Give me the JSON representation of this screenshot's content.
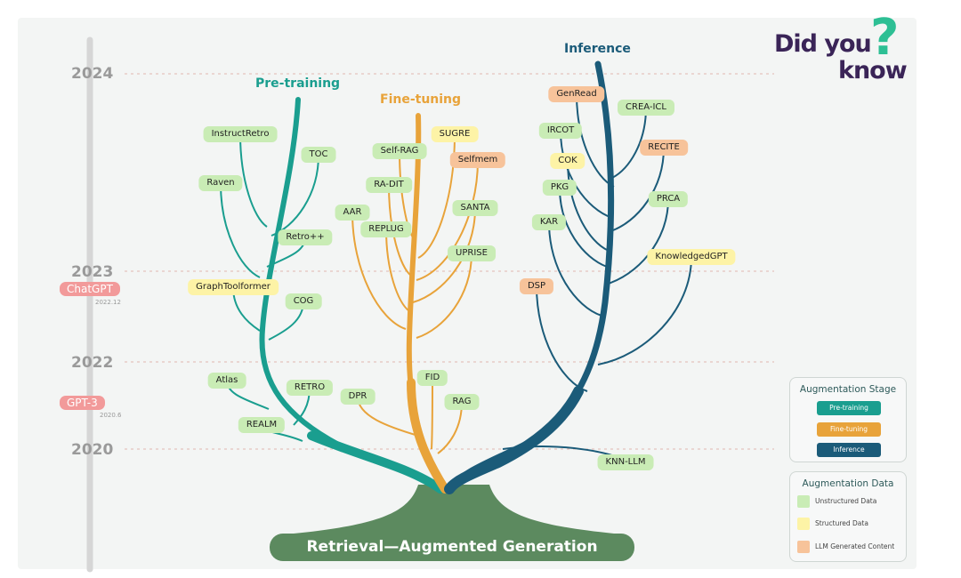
{
  "title": "Retrieval—Augmented Generation",
  "brand": {
    "line1": "Did you",
    "line2": "know",
    "mark": "?"
  },
  "colors": {
    "pretraining": "#1a9e8f",
    "finetuning": "#e8a33a",
    "inference": "#1b5b79",
    "unstructured": "#c9ecb5",
    "structured": "#fdf3a6",
    "llm_generated": "#f7c39a",
    "trunk_base": "#5c8a5f"
  },
  "branches": {
    "pretraining": "Pre-training",
    "finetuning": "Fine-tuning",
    "inference": "Inference"
  },
  "years": [
    "2024",
    "2023",
    "2022",
    "2020"
  ],
  "milestones": [
    {
      "label": "ChatGPT",
      "date": "2022.12"
    },
    {
      "label": "GPT-3",
      "date": "2020.6"
    }
  ],
  "nodes": [
    {
      "label": "InstructRetro",
      "branch": "pretraining",
      "data": "unstructured"
    },
    {
      "label": "TOC",
      "branch": "pretraining",
      "data": "unstructured"
    },
    {
      "label": "Raven",
      "branch": "pretraining",
      "data": "unstructured"
    },
    {
      "label": "Retro++",
      "branch": "pretraining",
      "data": "unstructured"
    },
    {
      "label": "GraphToolformer",
      "branch": "pretraining",
      "data": "structured"
    },
    {
      "label": "COG",
      "branch": "pretraining",
      "data": "unstructured"
    },
    {
      "label": "Atlas",
      "branch": "pretraining",
      "data": "unstructured"
    },
    {
      "label": "RETRO",
      "branch": "pretraining",
      "data": "unstructured"
    },
    {
      "label": "REALM",
      "branch": "pretraining",
      "data": "unstructured"
    },
    {
      "label": "SUGRE",
      "branch": "finetuning",
      "data": "structured"
    },
    {
      "label": "Self-RAG",
      "branch": "finetuning",
      "data": "unstructured"
    },
    {
      "label": "Selfmem",
      "branch": "finetuning",
      "data": "llm_generated"
    },
    {
      "label": "RA-DIT",
      "branch": "finetuning",
      "data": "unstructured"
    },
    {
      "label": "AAR",
      "branch": "finetuning",
      "data": "unstructured"
    },
    {
      "label": "SANTA",
      "branch": "finetuning",
      "data": "unstructured"
    },
    {
      "label": "REPLUG",
      "branch": "finetuning",
      "data": "unstructured"
    },
    {
      "label": "UPRISE",
      "branch": "finetuning",
      "data": "unstructured"
    },
    {
      "label": "FID",
      "branch": "finetuning",
      "data": "unstructured"
    },
    {
      "label": "DPR",
      "branch": "finetuning",
      "data": "unstructured"
    },
    {
      "label": "RAG",
      "branch": "finetuning",
      "data": "unstructured"
    },
    {
      "label": "GenRead",
      "branch": "inference",
      "data": "llm_generated"
    },
    {
      "label": "CREA-ICL",
      "branch": "inference",
      "data": "unstructured"
    },
    {
      "label": "IRCOT",
      "branch": "inference",
      "data": "unstructured"
    },
    {
      "label": "RECITE",
      "branch": "inference",
      "data": "llm_generated"
    },
    {
      "label": "COK",
      "branch": "inference",
      "data": "structured"
    },
    {
      "label": "PKG",
      "branch": "inference",
      "data": "unstructured"
    },
    {
      "label": "PRCA",
      "branch": "inference",
      "data": "unstructured"
    },
    {
      "label": "KAR",
      "branch": "inference",
      "data": "unstructured"
    },
    {
      "label": "KnowledgedGPT",
      "branch": "inference",
      "data": "structured"
    },
    {
      "label": "DSP",
      "branch": "inference",
      "data": "llm_generated"
    },
    {
      "label": "KNN-LLM",
      "branch": "inference",
      "data": "unstructured"
    }
  ],
  "legend_stage": {
    "title": "Augmentation Stage",
    "items": [
      "Pre-training",
      "Fine-tuning",
      "Inference"
    ]
  },
  "legend_data": {
    "title": "Augmentation Data",
    "items": [
      "Unstructured Data",
      "Structured Data",
      "LLM Generated Content"
    ]
  }
}
